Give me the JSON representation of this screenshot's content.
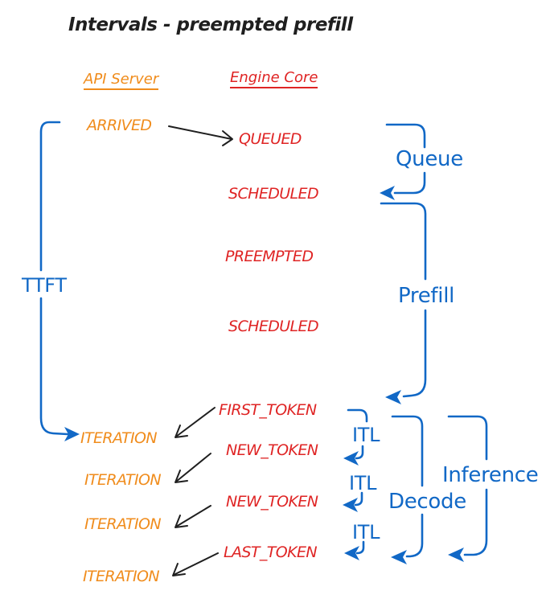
{
  "title": "Intervals - preempted prefill",
  "columns": {
    "api_server": "API Server",
    "engine_core": "Engine Core"
  },
  "api_events": [
    {
      "label": "ARRIVED"
    },
    {
      "label": "ITERATION"
    },
    {
      "label": "ITERATION"
    },
    {
      "label": "ITERATION"
    },
    {
      "label": "ITERATION"
    }
  ],
  "engine_events": [
    {
      "label": "QUEUED"
    },
    {
      "label": "SCHEDULED"
    },
    {
      "label": "PREEMPTED"
    },
    {
      "label": "SCHEDULED"
    },
    {
      "label": "FIRST_TOKEN"
    },
    {
      "label": "NEW_TOKEN"
    },
    {
      "label": "NEW_TOKEN"
    },
    {
      "label": "LAST_TOKEN"
    }
  ],
  "intervals": {
    "ttft": "TTFT",
    "queue": "Queue",
    "prefill": "Prefill",
    "itl": [
      "ITL",
      "ITL",
      "ITL"
    ],
    "decode": "Decode",
    "inference": "Inference"
  },
  "colors": {
    "orange": "#f08c1c",
    "red": "#df2424",
    "blue": "#1168c6",
    "black": "#1f1f1f"
  }
}
